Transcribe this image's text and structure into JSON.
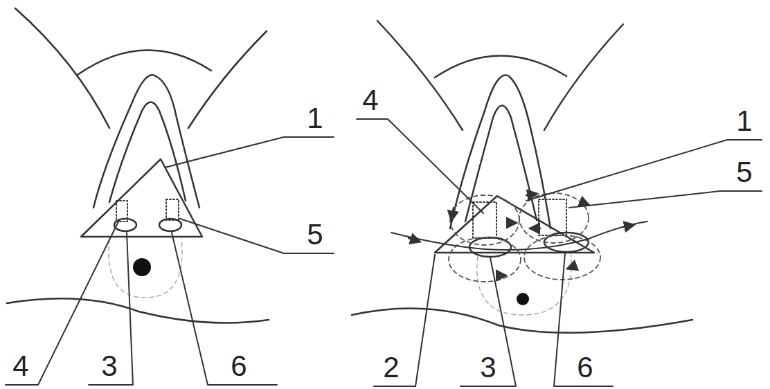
{
  "diagram": {
    "labels": [
      "1",
      "5",
      "4",
      "3",
      "6",
      "4",
      "1",
      "5",
      "2",
      "3",
      "6"
    ]
  }
}
